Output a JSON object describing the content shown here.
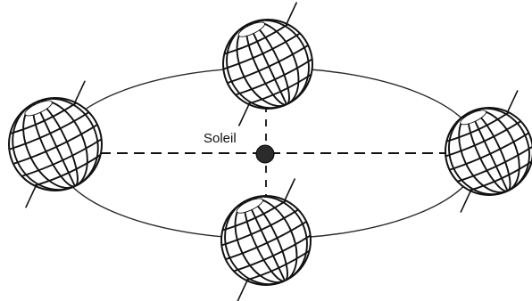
{
  "sun": {
    "label": "Soleil",
    "color": "#2b2b2b"
  },
  "globes": [
    {
      "id": "left"
    },
    {
      "id": "top"
    },
    {
      "id": "right"
    },
    {
      "id": "bottom"
    }
  ]
}
